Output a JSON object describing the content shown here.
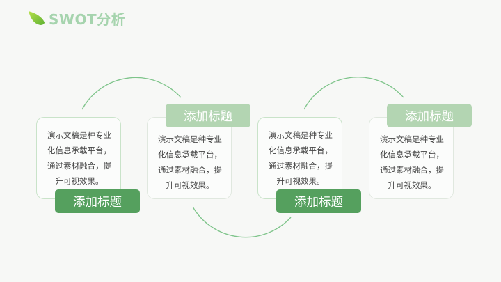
{
  "header": {
    "title": "SWOT分析",
    "icon": "leaf-icon"
  },
  "colors": {
    "accent_dark": "#55a05e",
    "accent_light": "#b3d5b2",
    "arc": "#7ec48a",
    "title": "#a6d4ae"
  },
  "items": [
    {
      "title": "添加标题",
      "text": [
        "演示文稿是种专业",
        "化信息承载平台，",
        "通过素材融合，提",
        "升可视效果。"
      ]
    },
    {
      "title": "添加标题",
      "text": [
        "演示文稿是种专业",
        "化信息承载平台，",
        "通过素材融合，提",
        "升可视效果。"
      ]
    },
    {
      "title": "添加标题",
      "text": [
        "演示文稿是种专业",
        "化信息承载平台，",
        "通过素材融合，提",
        "升可视效果。"
      ]
    },
    {
      "title": "添加标题",
      "text": [
        "演示文稿是种专业",
        "化信息承载平台，",
        "通过素材融合，提",
        "升可视效果。"
      ]
    }
  ]
}
